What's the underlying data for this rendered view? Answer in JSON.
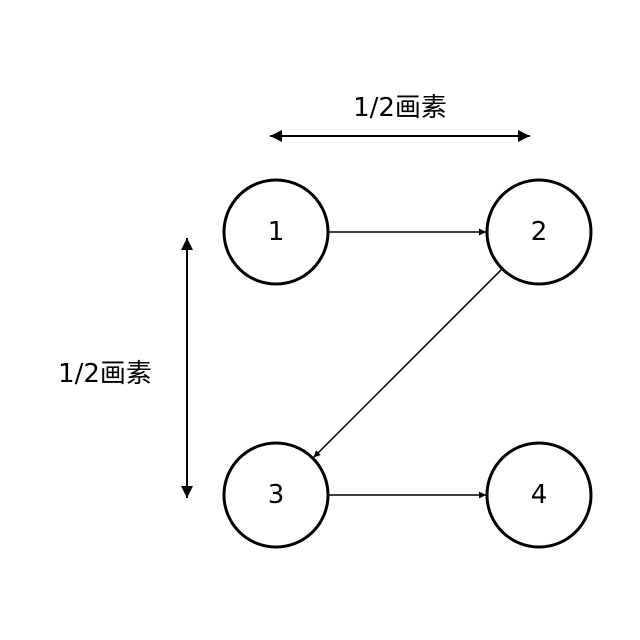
{
  "nodes": [
    {
      "id": "1",
      "label": "1"
    },
    {
      "id": "2",
      "label": "2"
    },
    {
      "id": "3",
      "label": "3"
    },
    {
      "id": "4",
      "label": "4"
    }
  ],
  "edges": [
    {
      "from": "1",
      "to": "2"
    },
    {
      "from": "2",
      "to": "3"
    },
    {
      "from": "3",
      "to": "4"
    }
  ],
  "dimensions": {
    "horizontal": {
      "label": "1/2画素"
    },
    "vertical": {
      "label": "1/2画素"
    }
  }
}
